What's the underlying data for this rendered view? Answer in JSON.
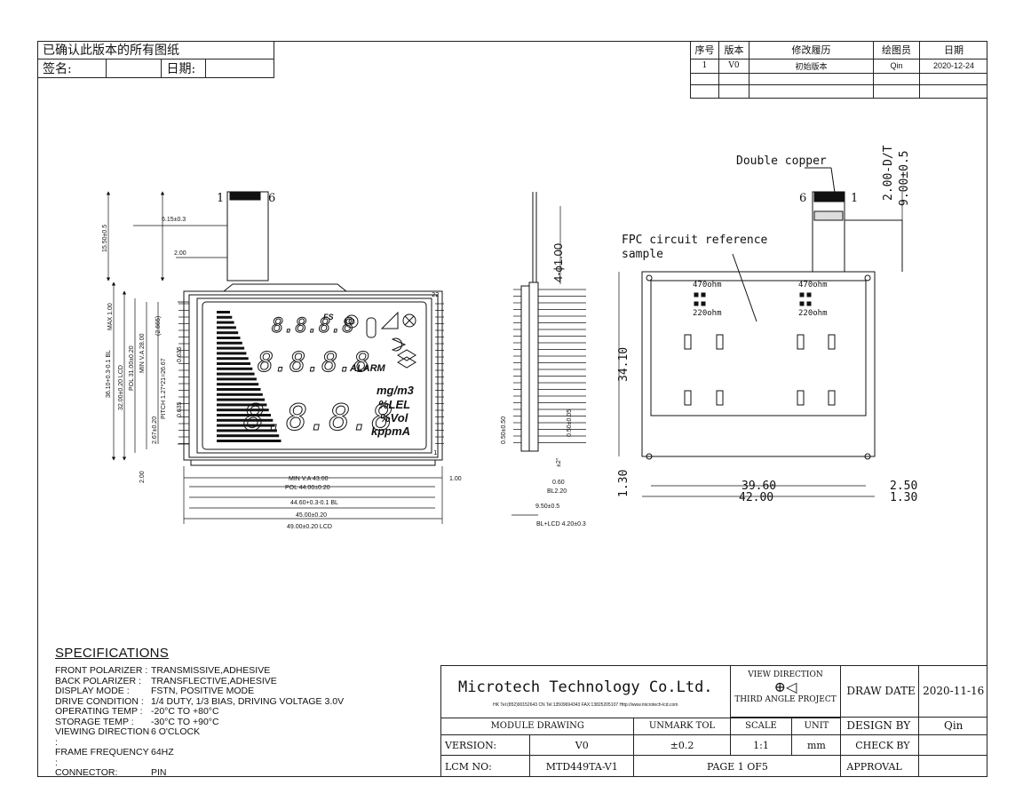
{
  "approval_box": {
    "line1": "已确认此版本的所有图纸",
    "sign_label": "签名:",
    "date_label": "日期:"
  },
  "revision_table": {
    "headers": [
      "序号",
      "版本",
      "修改履历",
      "绘图员",
      "日期"
    ],
    "rows": [
      [
        "1",
        "V0",
        "初始版本",
        "Qin",
        "2020-12-24"
      ],
      [
        "",
        "",
        "",
        "",
        ""
      ]
    ]
  },
  "labels": {
    "double_copper": "Double  copper",
    "fpc_note_1": "FPC circuit reference",
    "fpc_note_2": "sample",
    "pin_left_1": "1",
    "pin_left_6": "6",
    "pin_right_6": "6",
    "pin_right_1": "1",
    "res_470": "470ohm",
    "res_220": "220ohm",
    "pin22": "22",
    "pin1": "1"
  },
  "lcd_icons": {
    "fs": "FS",
    "alarm": "ALARM",
    "mgm3": "mg/m3",
    "lel": "%LEL",
    "vol": "%Vol",
    "kppma": "kppmA",
    "digits_small": "8.8.8.8",
    "digits_mid": "8.8.8.8",
    "digits_big": "8.8.8.8"
  },
  "dimensions": {
    "front": {
      "d615": "6.15±0.3",
      "d200": "2.00",
      "d1550": "15.50±0.5",
      "max100": "MAX 1.00",
      "d3610": "36.10+0.3-0.1 BL",
      "d3200": "32.00±0.20 LCD",
      "pol3100": "POL 31.00±0.20",
      "minva28": "MIN V.A 28.00",
      "pitch": "PITCH 1.27*21=26.67",
      "d2665": "(2.665)",
      "d0635a": "0.635",
      "d0635b": "0.635",
      "d267": "2.67±0.20",
      "d200b": "2.00",
      "minva43": "MIN V.A 43.00",
      "pol44": "POL 44.00±0.20",
      "d4460": "44.60+0.3-0.1 BL",
      "d4500": "45.00±0.20",
      "d4900": "49.00±0.20 LCD",
      "d100r": "1.00"
    },
    "side": {
      "d100phi": "4-ϕ1.00",
      "d050a": "0.50±0.50",
      "d050b": "0.50±0.05",
      "d2deg": "±2°",
      "d060": "0.60",
      "bl220": "BL2.20",
      "d950": "9.50±0.5",
      "bllcd": "BL+LCD 4.20±0.3"
    },
    "fpc": {
      "d200dt": "2.00-D/T",
      "d900": "9.00±0.5",
      "d3410": "34.10",
      "d130l": "1.30",
      "d3960": "39.60",
      "d4200": "42.00",
      "d250": "2.50",
      "d130r": "1.30"
    }
  },
  "specifications": {
    "title": "SPECIFICATIONS",
    "rows": [
      {
        "k": "FRONT POLARIZER :",
        "v": "TRANSMISSIVE,ADHESIVE"
      },
      {
        "k": "BACK POLARIZER :",
        "v": "TRANSFLECTIVE,ADHESIVE"
      },
      {
        "k": "DISPLAY MODE :",
        "v": "FSTN, POSITIVE MODE"
      },
      {
        "k": "DRIVE CONDITION :",
        "v": "1/4 DUTY, 1/3 BIAS, DRIVING VOLTAGE 3.0V"
      },
      {
        "k": "OPERATING TEMP :",
        "v": "-20°C TO +80°C"
      },
      {
        "k": "STORAGE TEMP :",
        "v": "-30°C TO +90°C"
      },
      {
        "k": "VIEWING DIRECTION :",
        "v": "6 O'CLOCK"
      },
      {
        "k": "FRAME FREQUENCY :",
        "v": "64HZ"
      },
      {
        "k": "CONNECTOR:",
        "v": "PIN"
      }
    ]
  },
  "title_block": {
    "company": "Microtech Technology Co.Ltd.",
    "contact": "HK Tel:(852)90152643  CN Tel:13509694343 FAX:13825205107 Http://www.microtech-lcd.com",
    "view_direction": "VIEW DIRECTION",
    "third_angle": "THIRD ANGLE PROJECT",
    "module_drawing": "MODULE DRAWING",
    "unmark_tol": "UNMARK TOL",
    "scale": "SCALE",
    "unit": "UNIT",
    "version_label": "VERSION:",
    "version_value": "V0",
    "tol_value": "±0.2",
    "scale_value": "1:1",
    "unit_value": "mm",
    "lcm_label": "LCM NO:",
    "lcm_value": "MTD449TA-V1",
    "page": "PAGE 1 OF5",
    "draw_date_label": "DRAW DATE",
    "draw_date_value": "2020-11-16",
    "design_by_label": "DESIGN BY",
    "design_by_value": "Qin",
    "check_by_label": "CHECK BY",
    "check_by_value": "",
    "approval_label": "APPROVAL",
    "approval_value": ""
  }
}
